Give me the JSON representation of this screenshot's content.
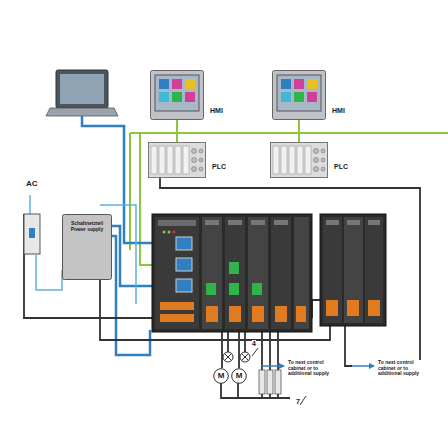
{
  "diagram": {
    "nodes": [
      {
        "text": [
          "HMI"
        ]
      },
      {
        "text": [
          "HMI"
        ]
      },
      {
        "text": [
          "PLC"
        ]
      },
      {
        "text": [
          "PLC"
        ]
      },
      {
        "text": [
          "Schaltnetzteil Power supply"
        ]
      },
      {
        "text": [
          "M"
        ]
      },
      {
        "text": [
          "M"
        ]
      }
    ],
    "edges": [
      {
        "from": 0,
        "to": 2,
        "arrow": "none"
      },
      {
        "from": 1,
        "to": 3,
        "arrow": "none"
      }
    ],
    "labels": [
      "AC",
      "4",
      "7",
      "To next control cabinet or to additional supply",
      "To next control cabinet or to additional supply"
    ]
  }
}
